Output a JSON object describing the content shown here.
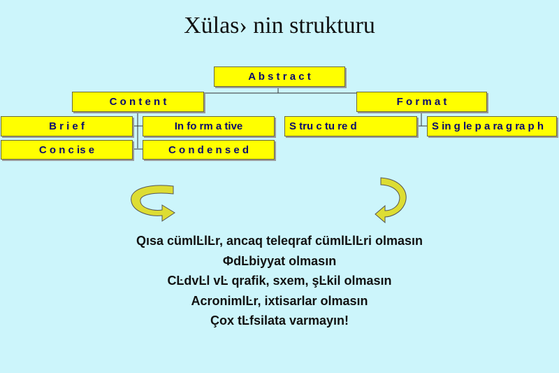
{
  "title": "Xülas› nin strukturu",
  "nodes": {
    "abstract": "A b s t r a c t",
    "content": "C o n t e n t",
    "format": "F o r m a t",
    "brief": "B r i e f",
    "informative": "In fo rm a tive",
    "concise": "C o n c is e",
    "condensed": "C o n d e n s e d",
    "structured": "S tru c tu re d",
    "single_paragraph": "S in g le p a ra g ra p h"
  },
  "rules": [
    "Qısa cümlĿlĿr, ancaq teleqraf cümlĿlĿri olmasın",
    "ФdĿbiyyat olmasın",
    "CĿdvĿl vĿ qrafik, sxem, şĿkil olmasın",
    "AcronimlĿr, ixtisarlar olmasın",
    "Çox tĿfsilata varmayın!"
  ],
  "colors": {
    "background": "#ccf5fb",
    "box_fill": "#ffff00",
    "box_text": "#0a0a6e",
    "arrow_fill": "#dddd33"
  },
  "icons": [
    "curved-arrow-left-icon",
    "curved-arrow-right-icon"
  ]
}
